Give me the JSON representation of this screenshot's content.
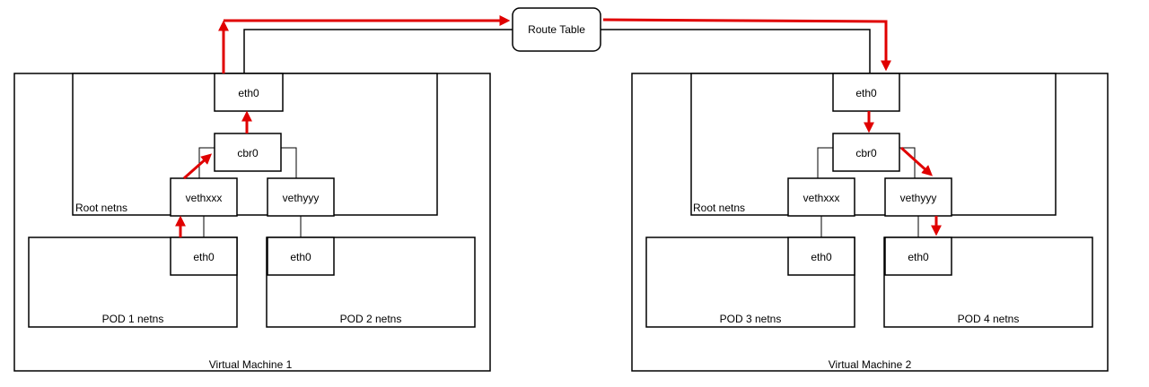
{
  "colors": {
    "flow": "#e00000",
    "line": "#000000",
    "background": "#ffffff"
  },
  "route_table": {
    "label": "Route Table"
  },
  "vm1": {
    "label": "Virtual Machine 1",
    "root_netns": "Root netns",
    "eth0": "eth0",
    "bridge": "cbr0",
    "veth_a": "vethxxx",
    "veth_b": "vethyyy",
    "pod_a": {
      "label": "POD 1 netns",
      "eth0": "eth0"
    },
    "pod_b": {
      "label": "POD 2 netns",
      "eth0": "eth0"
    }
  },
  "vm2": {
    "label": "Virtual Machine 2",
    "root_netns": "Root netns",
    "eth0": "eth0",
    "bridge": "cbr0",
    "veth_a": "vethxxx",
    "veth_b": "vethyyy",
    "pod_a": {
      "label": "POD 3 netns",
      "eth0": "eth0"
    },
    "pod_b": {
      "label": "POD 4 netns",
      "eth0": "eth0"
    }
  }
}
